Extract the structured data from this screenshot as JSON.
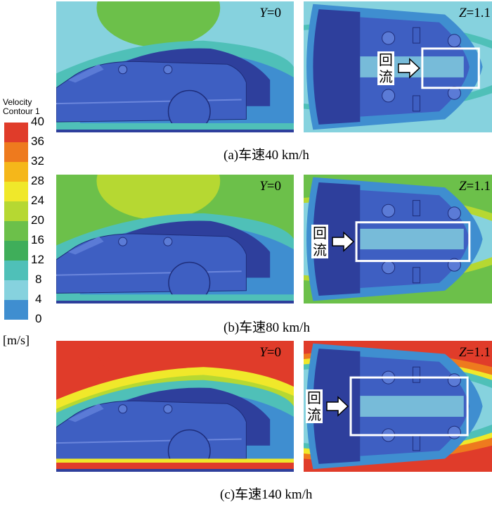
{
  "legend": {
    "title_line1": "Velocity",
    "title_line2": "Contour 1",
    "ticks": [
      "40",
      "36",
      "32",
      "28",
      "24",
      "20",
      "16",
      "12",
      "8",
      "4",
      "0"
    ],
    "unit": "[m/s]",
    "colors": [
      "#e03c2a",
      "#ee7a1e",
      "#f5b71a",
      "#f0e82a",
      "#b6d832",
      "#6cc04a",
      "#3fae5a",
      "#4fc0b8",
      "#86d2de",
      "#3f8ed0",
      "#2e3f9c"
    ]
  },
  "rows": [
    {
      "caption": "(a)车速40 km/h",
      "side_label_var": "Y",
      "side_label_val": "=0",
      "top_label_var": "Z",
      "top_label_val": "=1.1",
      "flow_label": "回流",
      "background": "#86d2de",
      "wake": "#4fc0b8"
    },
    {
      "caption": "(b)车速80 km/h",
      "side_label_var": "Y",
      "side_label_val": "=0",
      "top_label_var": "Z",
      "top_label_val": "=1.1",
      "flow_label": "回流",
      "background": "#6cc04a",
      "wake": "#86d2de"
    },
    {
      "caption": "(c)车速140 km/h",
      "side_label_var": "Y",
      "side_label_val": "=0",
      "top_label_var": "Z",
      "top_label_val": "=1.1",
      "flow_label": "回流",
      "background": "#e03c2a",
      "wake": "#f0e82a"
    }
  ]
}
